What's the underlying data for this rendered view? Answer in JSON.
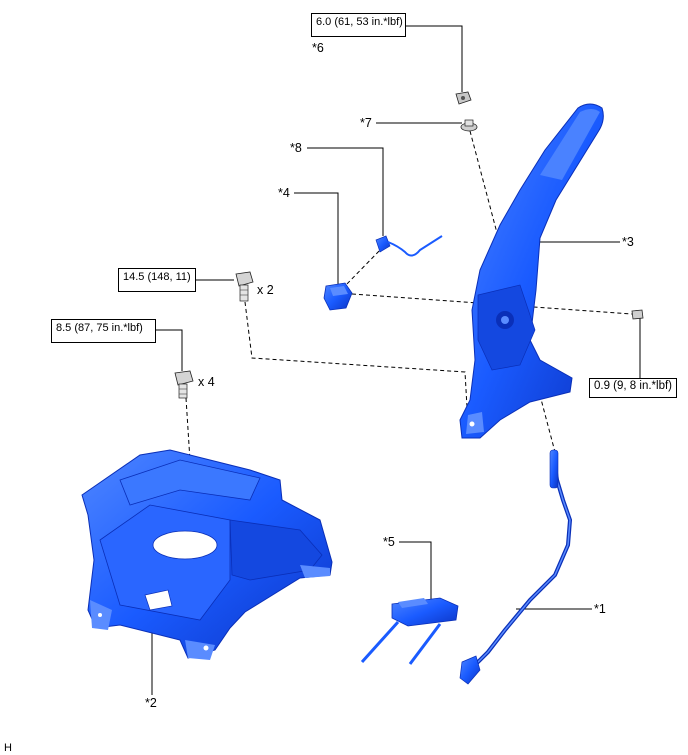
{
  "torque_specs": {
    "t6": "6.0 (61, 53 in.*lbf)",
    "t14": "14.5 (148, 11)",
    "t8": "8.5 (87, 75 in.*lbf)",
    "t09": "0.9 (9, 8 in.*lbf)"
  },
  "callouts": {
    "c1": "*1",
    "c2": "*2",
    "c3": "*3",
    "c4": "*4",
    "c5": "*5",
    "c6": "*6",
    "c7": "*7",
    "c8": "*8"
  },
  "quantities": {
    "q2": "x 2",
    "q4": "x 4"
  },
  "footer_code": "H",
  "colors": {
    "part_fill": "#1a5bff",
    "part_dark": "#0a2fb8",
    "part_light": "#5a8cff",
    "line": "#000000"
  }
}
